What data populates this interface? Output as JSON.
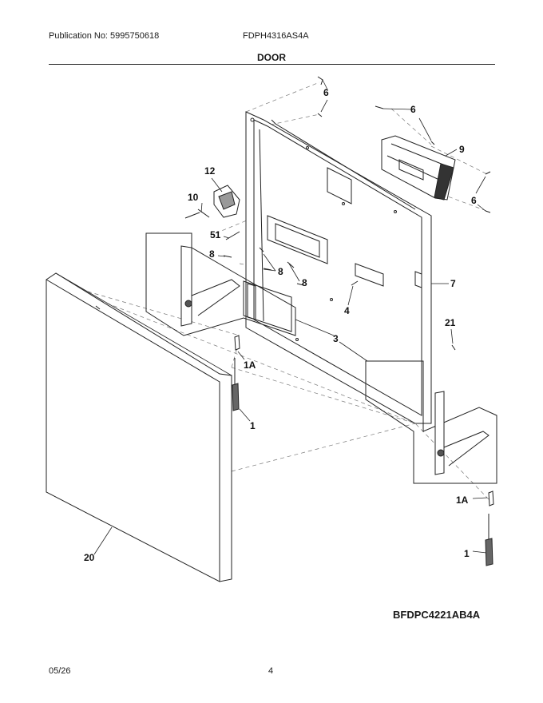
{
  "header": {
    "publication": "Publication No: 5995750618",
    "model_number": "FDPH4316AS4A"
  },
  "section_title": "DOOR",
  "callouts": {
    "c6a": "6",
    "c6b": "6",
    "c6c": "6",
    "c9": "9",
    "c12": "12",
    "c10": "10",
    "c51": "51",
    "c8a": "8",
    "c8b": "8",
    "c8c": "8",
    "c4": "4",
    "c7": "7",
    "c3": "3",
    "c21": "21",
    "c1Aa": "1A",
    "c1a": "1",
    "c1Ab": "1A",
    "c1b": "1",
    "c20": "20"
  },
  "diagram_code": "BFDPC4221AB4A",
  "footer": {
    "date": "05/26",
    "page": "4"
  }
}
